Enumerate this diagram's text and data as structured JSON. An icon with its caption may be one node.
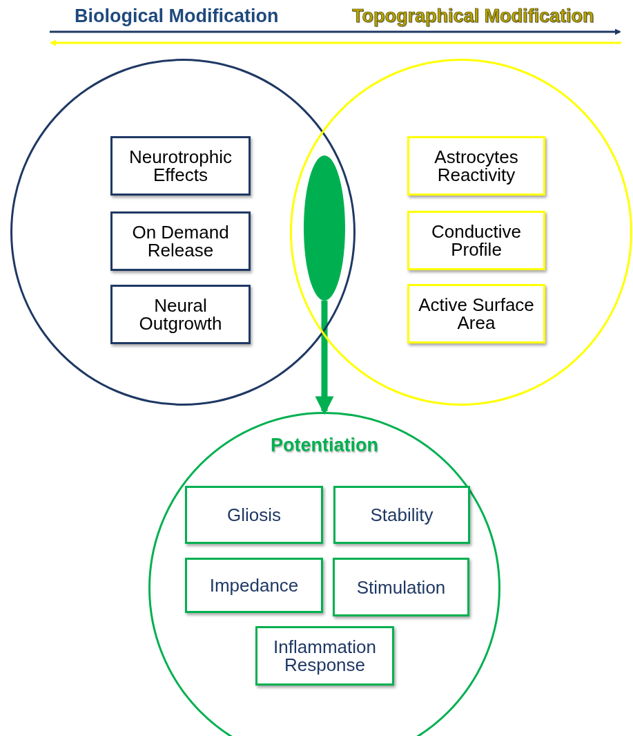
{
  "diagram": {
    "nodes": [
      {
        "text": [],
        "shape": "circle"
      },
      {
        "text": [
          "Neurotrophic Effects"
        ],
        "in": 0
      },
      {
        "text": [
          "On Demand Release"
        ],
        "in": 0
      },
      {
        "text": [
          "Neural Outgrowth"
        ],
        "in": 0
      },
      {
        "text": [],
        "shape": "circle"
      },
      {
        "text": [
          "Astrocytes Reactivity"
        ],
        "in": 4
      },
      {
        "text": [
          "Conductive Profile"
        ],
        "in": 4
      },
      {
        "text": [
          "Active Surface Area"
        ],
        "in": 4
      },
      {
        "text": [],
        "shape": "ellipse"
      },
      {
        "text": [
          "Potentiation"
        ]
      },
      {
        "text": [
          "Gliosis"
        ],
        "in": 9
      },
      {
        "text": [
          "Stability"
        ],
        "in": 9
      },
      {
        "text": [
          "Impedance"
        ],
        "in": 9
      },
      {
        "text": [
          "Stimulation"
        ],
        "in": 9
      },
      {
        "text": [
          "Inflammation Response"
        ],
        "in": 9
      }
    ],
    "edges": [
      {
        "from": 8,
        "to": 9,
        "arrow": "to"
      }
    ],
    "labels": [
      "Biological Modification",
      "Topographical Modification"
    ]
  }
}
